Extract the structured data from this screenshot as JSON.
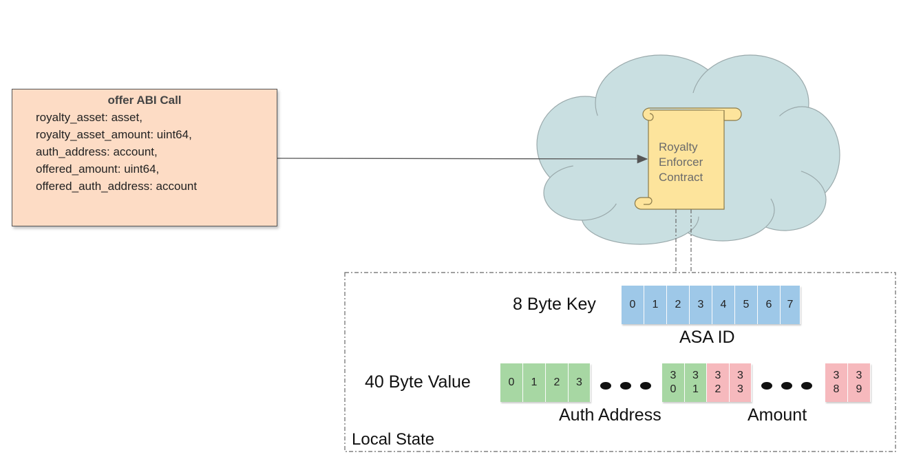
{
  "offer_call": {
    "title": "offer ABI Call",
    "lines": [
      "royalty_asset: asset,",
      "royalty_asset_amount: uint64,",
      "auth_address: account,",
      "offered_amount: uint64,",
      "offered_auth_address: account"
    ]
  },
  "contract": {
    "lines": [
      "Royalty",
      "Enforcer",
      "Contract"
    ]
  },
  "local_state": {
    "title": "Local State",
    "key": {
      "label": "8 Byte Key",
      "cells": [
        "0",
        "1",
        "2",
        "3",
        "4",
        "5",
        "6",
        "7"
      ],
      "caption": "ASA ID"
    },
    "value": {
      "label": "40 Byte Value",
      "auth_cells_start": [
        "0",
        "1",
        "2",
        "3"
      ],
      "auth_cells_end": [
        [
          "3",
          "0"
        ],
        [
          "3",
          "1"
        ]
      ],
      "amount_cells_start": [
        [
          "3",
          "2"
        ],
        [
          "3",
          "3"
        ]
      ],
      "amount_cells_end": [
        [
          "3",
          "8"
        ],
        [
          "3",
          "9"
        ]
      ],
      "auth_caption": "Auth Address",
      "amount_caption": "Amount"
    }
  },
  "colors": {
    "offer_box": "#fddcc5",
    "cloud": "#c9dfe1",
    "scroll": "#fde49c",
    "key_cells": "#9ec8e8",
    "auth_cells": "#a7d7a3",
    "amount_cells": "#f6b9bd"
  },
  "icons": [
    "cloud-icon",
    "scroll-icon",
    "arrow-icon"
  ]
}
